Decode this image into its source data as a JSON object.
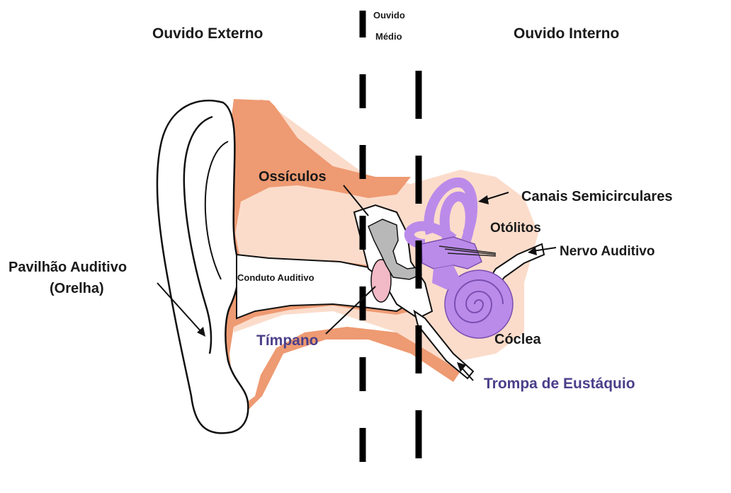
{
  "regions": {
    "outer": "Ouvido Externo",
    "middle_line1": "Ouvido",
    "middle_line2": "Médio",
    "inner": "Ouvido Interno"
  },
  "labels": {
    "ossiculos": "Ossículos",
    "canais": "Canais Semicirculares",
    "otolitos": "Otólitos",
    "nervo": "Nervo Auditivo",
    "pavilhao_line1": "Pavilhão Auditivo",
    "pavilhao_line2": "(Orelha)",
    "conduto": "Conduto Auditivo",
    "timpano": "Tímpano",
    "coclea": "Cóclea",
    "trompa": "Trompa de Eustáquio"
  },
  "colors": {
    "skin": "#EE9A72",
    "skin_light": "#FBDCCB",
    "inner_ear": "#BB8BEA",
    "inner_ear_dark": "#7A4FB0",
    "label_blue": "#4B3F8A",
    "ossicle": "#B8B8B8",
    "eardrum": "#F2B9C6"
  }
}
